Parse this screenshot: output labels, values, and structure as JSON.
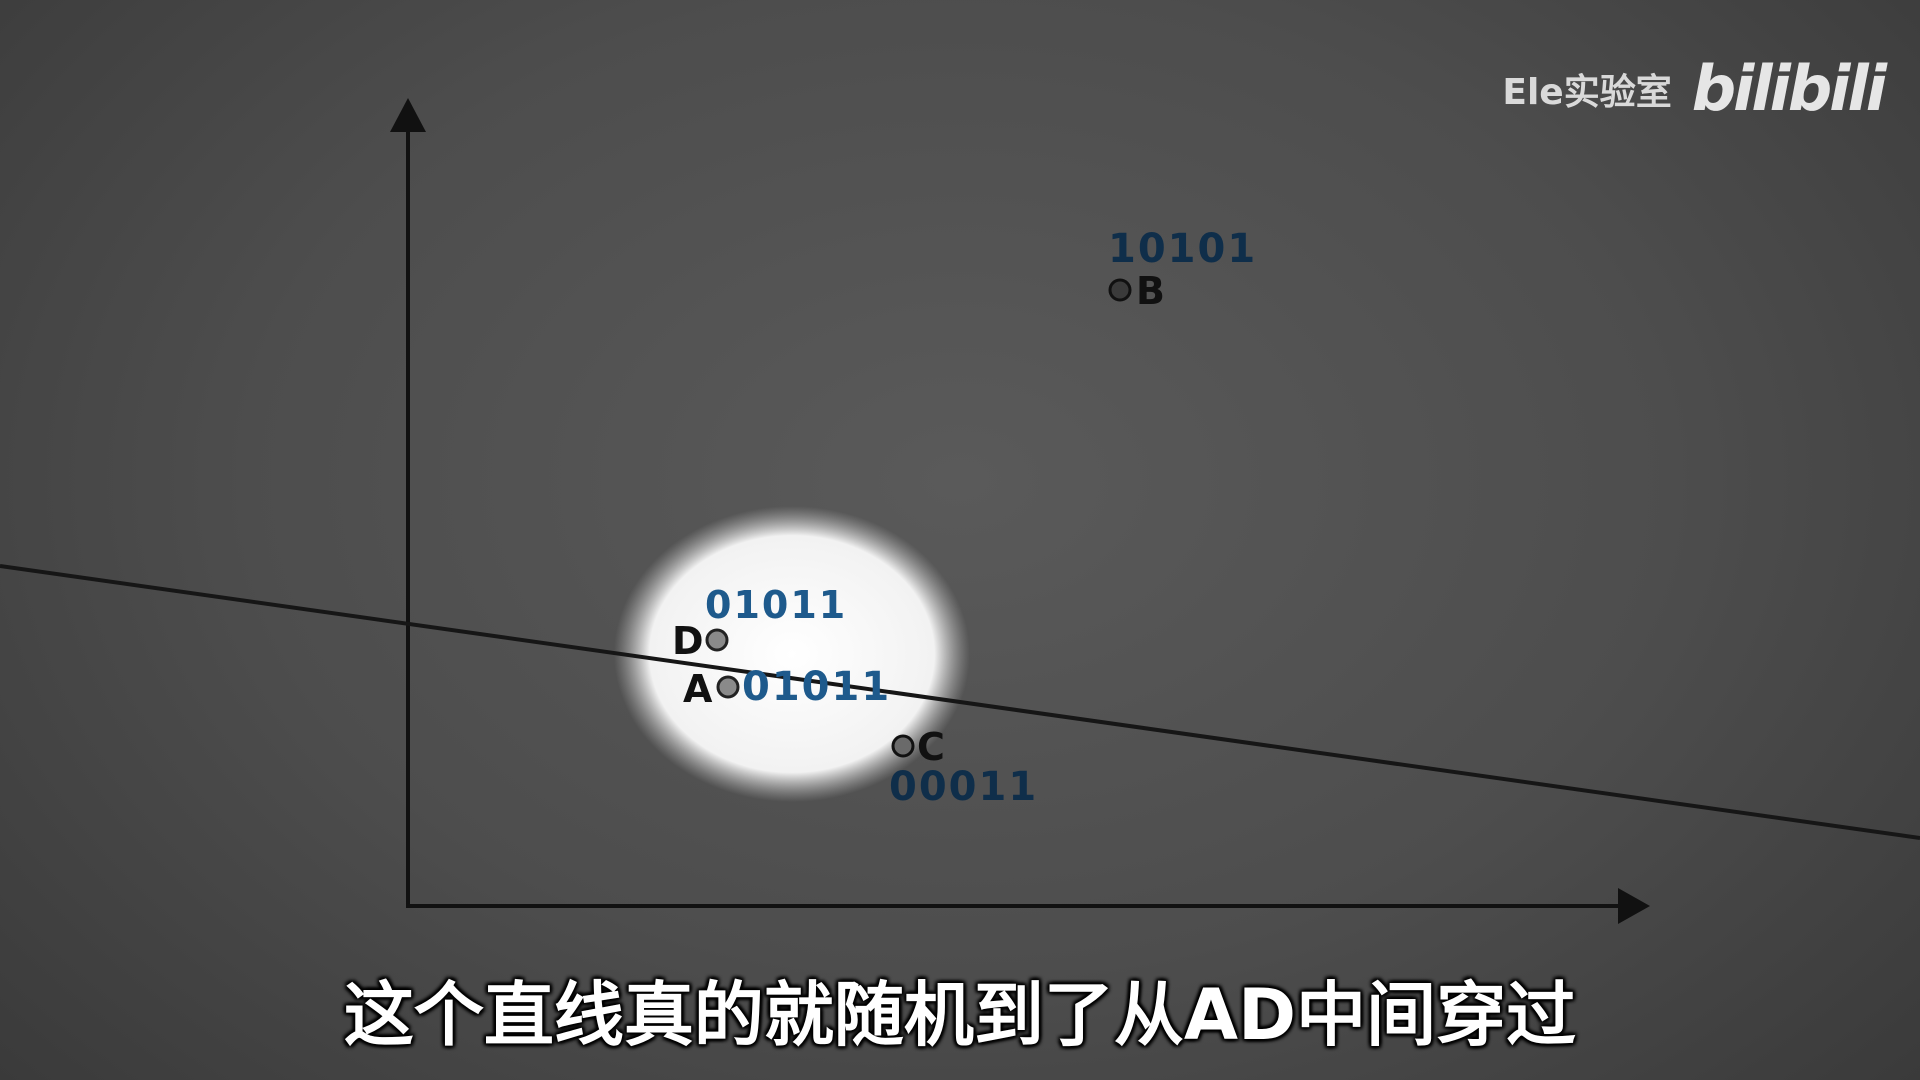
{
  "watermark": {
    "channel": "Ele实验室",
    "logo": "bilibili"
  },
  "subtitle": "这个直线真的就随机到了从AD中间穿过",
  "points": [
    {
      "name": "A",
      "code": "01011",
      "code_color": "#1e5a8c",
      "fill": "#8a8a8a"
    },
    {
      "name": "B",
      "code": "10101",
      "code_color": "#0f2e4a",
      "fill": "#3a3a3a"
    },
    {
      "name": "C",
      "code": "00011",
      "code_color": "#0f2e4a",
      "fill": "#6a6a6a"
    },
    {
      "name": "D",
      "code": "01011",
      "code_color": "#1e5a8c",
      "fill": "#8a8a8a"
    }
  ],
  "colors": {
    "axis": "#111111",
    "line": "#161616",
    "spotlight": "#ffffff"
  }
}
